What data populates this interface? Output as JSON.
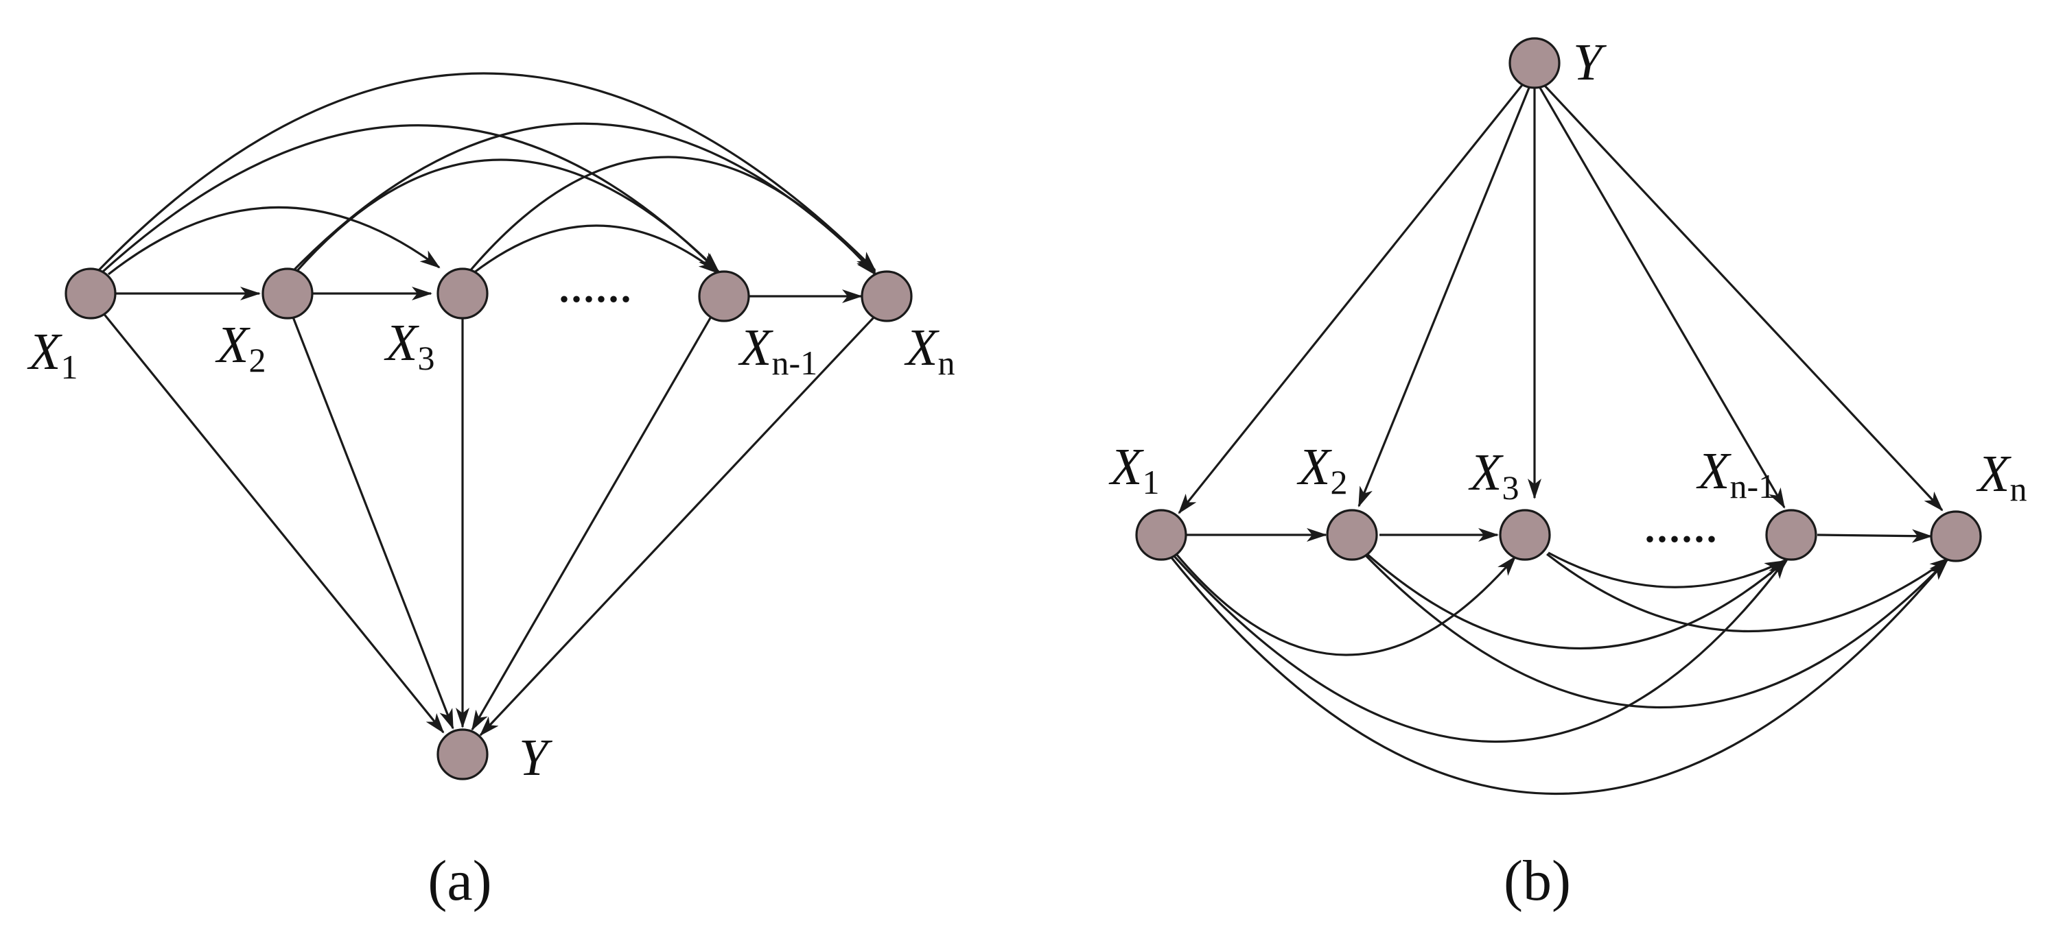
{
  "colors": {
    "node_fill": "#a89193",
    "stroke": "#1a1a1a",
    "background": "#ffffff"
  },
  "ellipsis": "......",
  "diagram_a": {
    "caption": "(a)",
    "nodes": [
      {
        "id": "X1",
        "main": "X",
        "sub": "1"
      },
      {
        "id": "X2",
        "main": "X",
        "sub": "2"
      },
      {
        "id": "X3",
        "main": "X",
        "sub": "3"
      },
      {
        "id": "Xn1",
        "main": "X",
        "sub": "n-1"
      },
      {
        "id": "Xn",
        "main": "X",
        "sub": "n"
      },
      {
        "id": "Y",
        "main": "Y",
        "sub": ""
      }
    ],
    "edges": [
      [
        "X1",
        "X2"
      ],
      [
        "X2",
        "X3"
      ],
      [
        "Xn1",
        "Xn"
      ],
      [
        "X1",
        "X3"
      ],
      [
        "X1",
        "Xn1"
      ],
      [
        "X1",
        "Xn"
      ],
      [
        "X2",
        "Xn1"
      ],
      [
        "X2",
        "Xn"
      ],
      [
        "X3",
        "Xn1"
      ],
      [
        "X3",
        "Xn"
      ],
      [
        "X1",
        "Y"
      ],
      [
        "X2",
        "Y"
      ],
      [
        "X3",
        "Y"
      ],
      [
        "Xn1",
        "Y"
      ],
      [
        "Xn",
        "Y"
      ]
    ]
  },
  "diagram_b": {
    "caption": "(b)",
    "nodes": [
      {
        "id": "Y",
        "main": "Y",
        "sub": ""
      },
      {
        "id": "X1",
        "main": "X",
        "sub": "1"
      },
      {
        "id": "X2",
        "main": "X",
        "sub": "2"
      },
      {
        "id": "X3",
        "main": "X",
        "sub": "3"
      },
      {
        "id": "Xn1",
        "main": "X",
        "sub": "n-1"
      },
      {
        "id": "Xn",
        "main": "X",
        "sub": "n"
      }
    ],
    "edges": [
      [
        "Y",
        "X1"
      ],
      [
        "Y",
        "X2"
      ],
      [
        "Y",
        "X3"
      ],
      [
        "Y",
        "Xn1"
      ],
      [
        "Y",
        "Xn"
      ],
      [
        "X1",
        "X2"
      ],
      [
        "X2",
        "X3"
      ],
      [
        "Xn1",
        "Xn"
      ],
      [
        "X1",
        "X3"
      ],
      [
        "X1",
        "Xn1"
      ],
      [
        "X1",
        "Xn"
      ],
      [
        "X2",
        "Xn1"
      ],
      [
        "X2",
        "Xn"
      ],
      [
        "X3",
        "Xn1"
      ],
      [
        "X3",
        "Xn"
      ]
    ]
  }
}
